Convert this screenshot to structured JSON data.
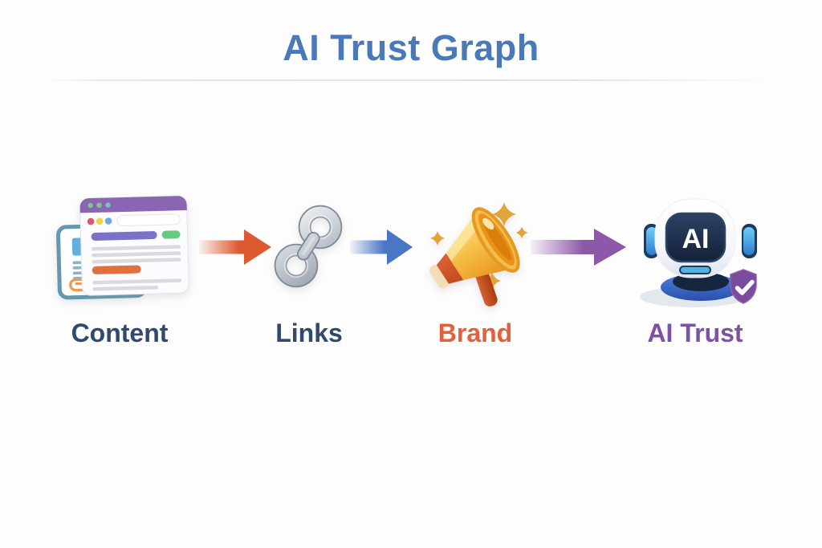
{
  "page": {
    "title": "AI Trust Graph",
    "title_color": "#4a79b8",
    "background_color": "#fdfdfd"
  },
  "flow": {
    "nodes": [
      {
        "id": "content",
        "label": "Content",
        "label_color": "#2e4a6e",
        "icon": "browser-windows-icon"
      },
      {
        "id": "links",
        "label": "Links",
        "label_color": "#2e4a6e",
        "icon": "chain-link-icon"
      },
      {
        "id": "brand",
        "label": "Brand",
        "label_color": "#e0613c",
        "icon": "megaphone-icon"
      },
      {
        "id": "ai_trust",
        "label": "AI Trust",
        "label_color": "#7d52a4",
        "icon": "robot-shield-icon",
        "screen_text": "AI"
      }
    ],
    "arrows": [
      {
        "from": "content",
        "to": "links",
        "color": "#dd5a30"
      },
      {
        "from": "links",
        "to": "brand",
        "color": "#4a76c6"
      },
      {
        "from": "brand",
        "to": "ai_trust",
        "color": "#8e58a8"
      }
    ]
  }
}
